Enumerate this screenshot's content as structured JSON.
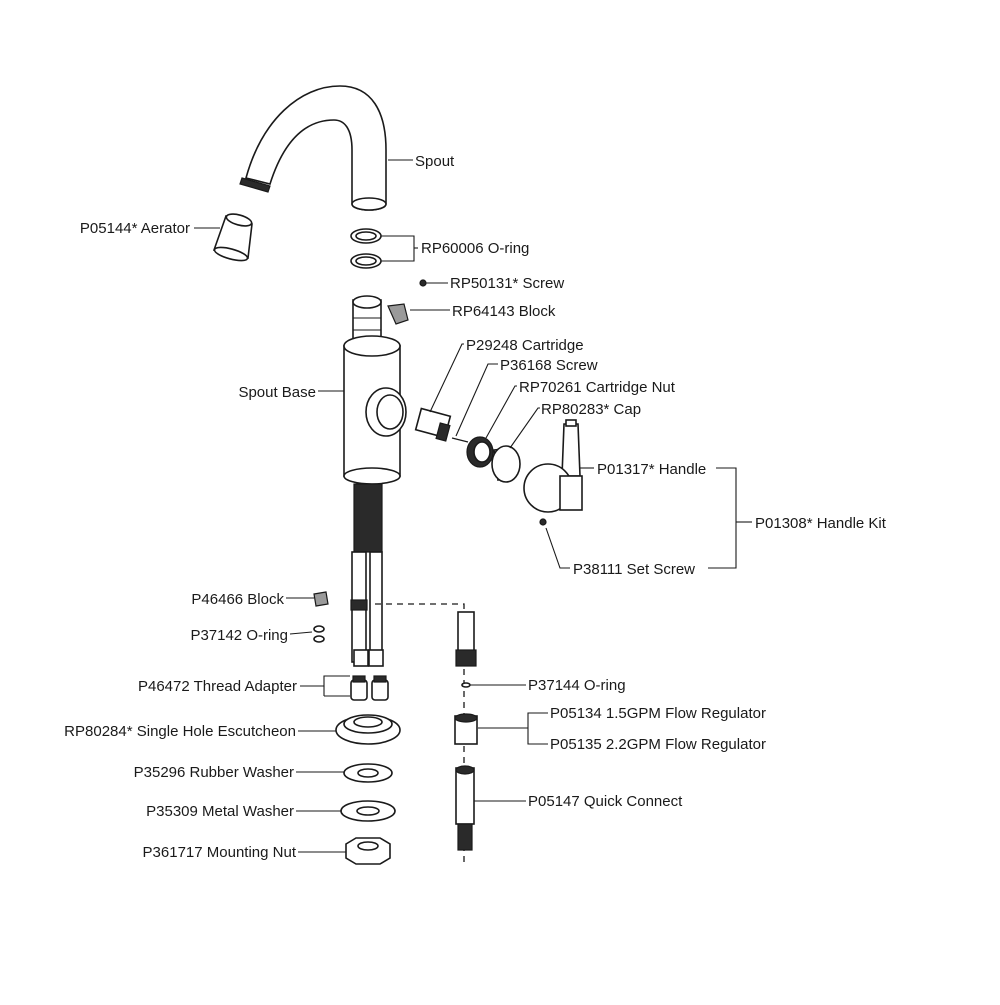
{
  "labels": {
    "spout": "Spout",
    "aerator": "P05144* Aerator",
    "oring_spout": "RP60006 O-ring",
    "screw_spout": "RP50131* Screw",
    "block_top": "RP64143 Block",
    "cartridge": "P29248 Cartridge",
    "screw_cartridge": "P36168 Screw",
    "cartridge_nut": "RP70261 Cartridge Nut",
    "cap": "RP80283* Cap",
    "spout_base": "Spout Base",
    "handle": "P01317* Handle",
    "handle_kit": "P01308* Handle Kit",
    "set_screw": "P38111 Set Screw",
    "block_lower": "P46466 Block",
    "oring_lower": "P37142 O-ring",
    "thread_adapter": "P46472 Thread Adapter",
    "oring_hose": "P37144 O-ring",
    "flow_regulator_15": "P05134 1.5GPM Flow Regulator",
    "flow_regulator_22": "P05135 2.2GPM Flow Regulator",
    "escutcheon": "RP80284* Single Hole Escutcheon",
    "rubber_washer": "P35296 Rubber Washer",
    "metal_washer": "P35309 Metal Washer",
    "quick_connect": "P05147 Quick Connect",
    "mounting_nut": "P361717 Mounting Nut"
  }
}
